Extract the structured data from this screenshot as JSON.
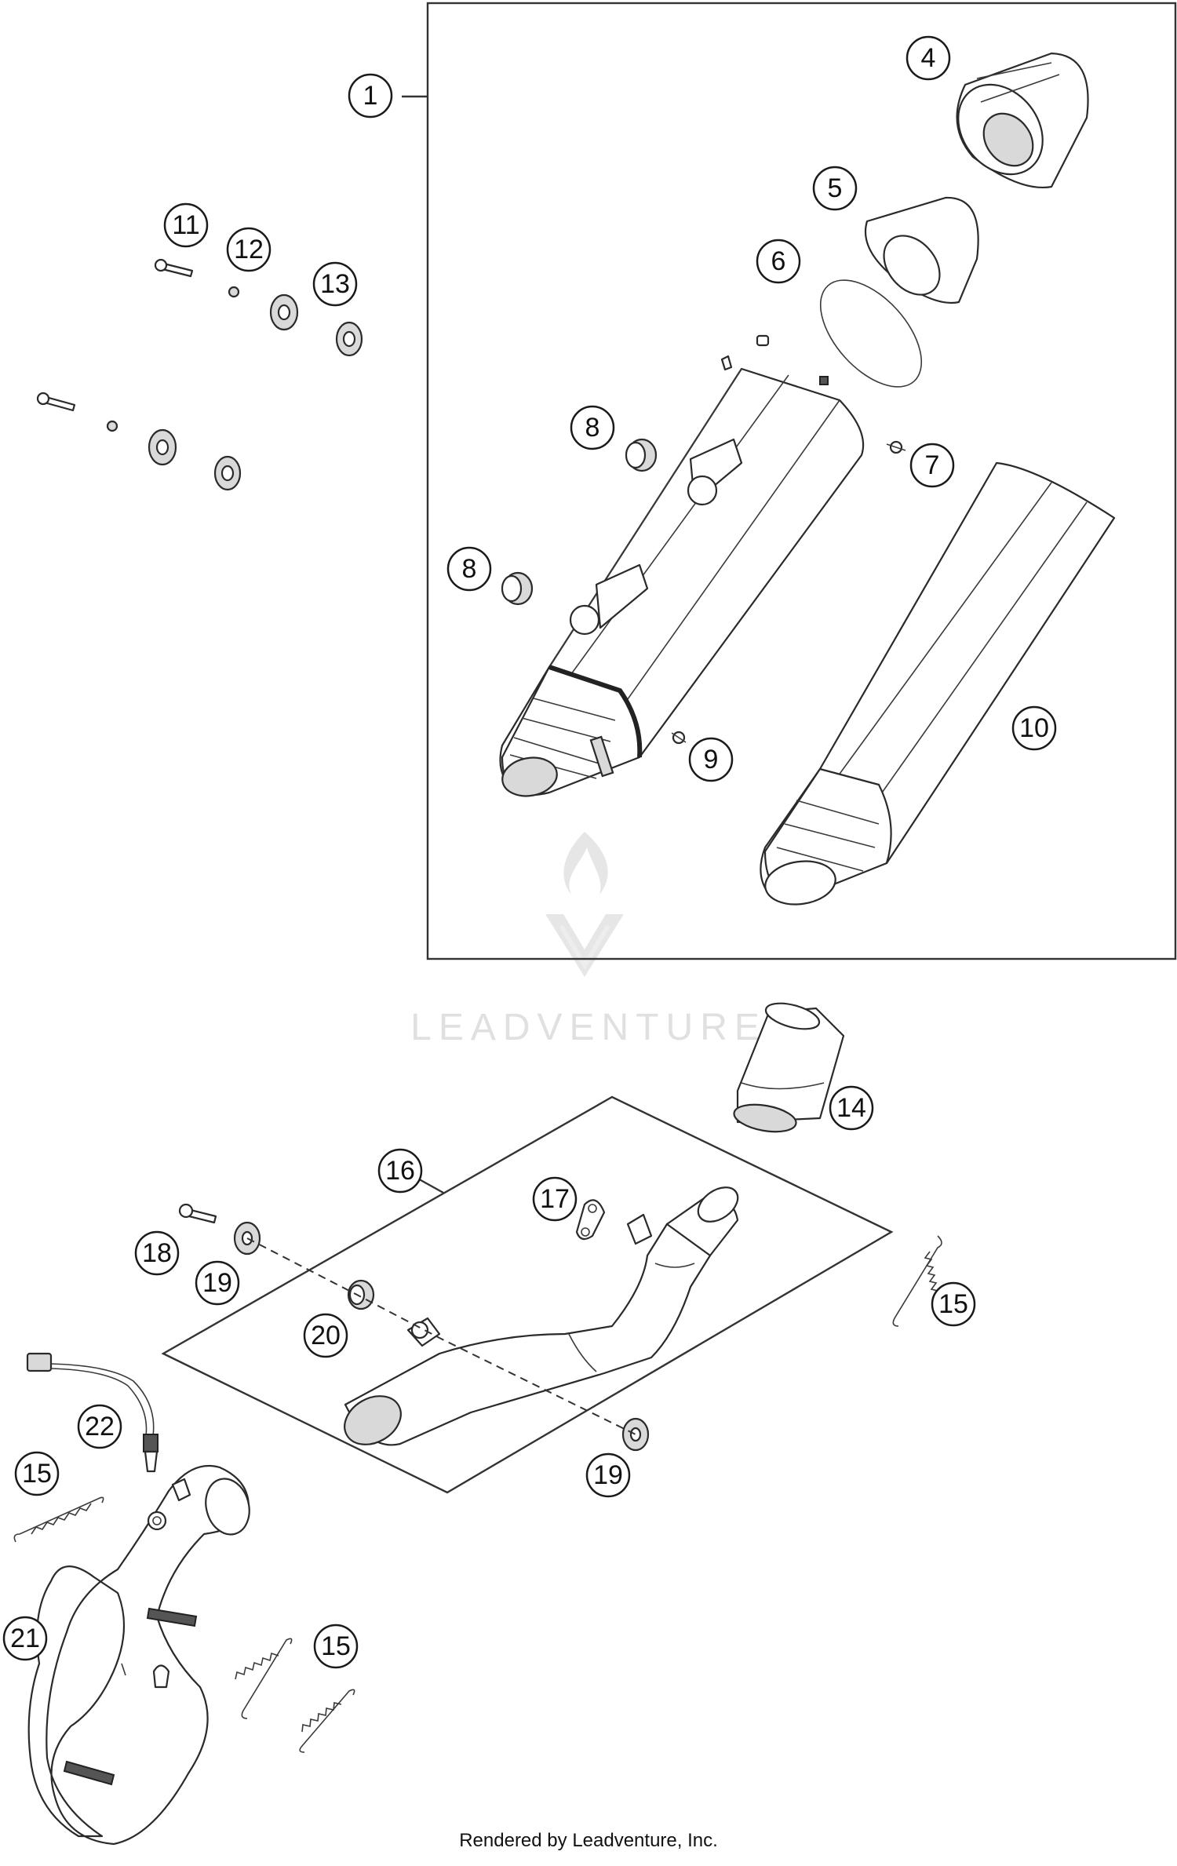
{
  "callouts": [
    "1",
    "4",
    "5",
    "6",
    "7",
    "8",
    "8",
    "9",
    "10",
    "11",
    "12",
    "13",
    "14",
    "15",
    "15",
    "15",
    "16",
    "17",
    "18",
    "19",
    "19",
    "20",
    "21",
    "22"
  ],
  "watermark": "LEADVENTURE",
  "footer_credit": "Rendered by Leadventure, Inc."
}
